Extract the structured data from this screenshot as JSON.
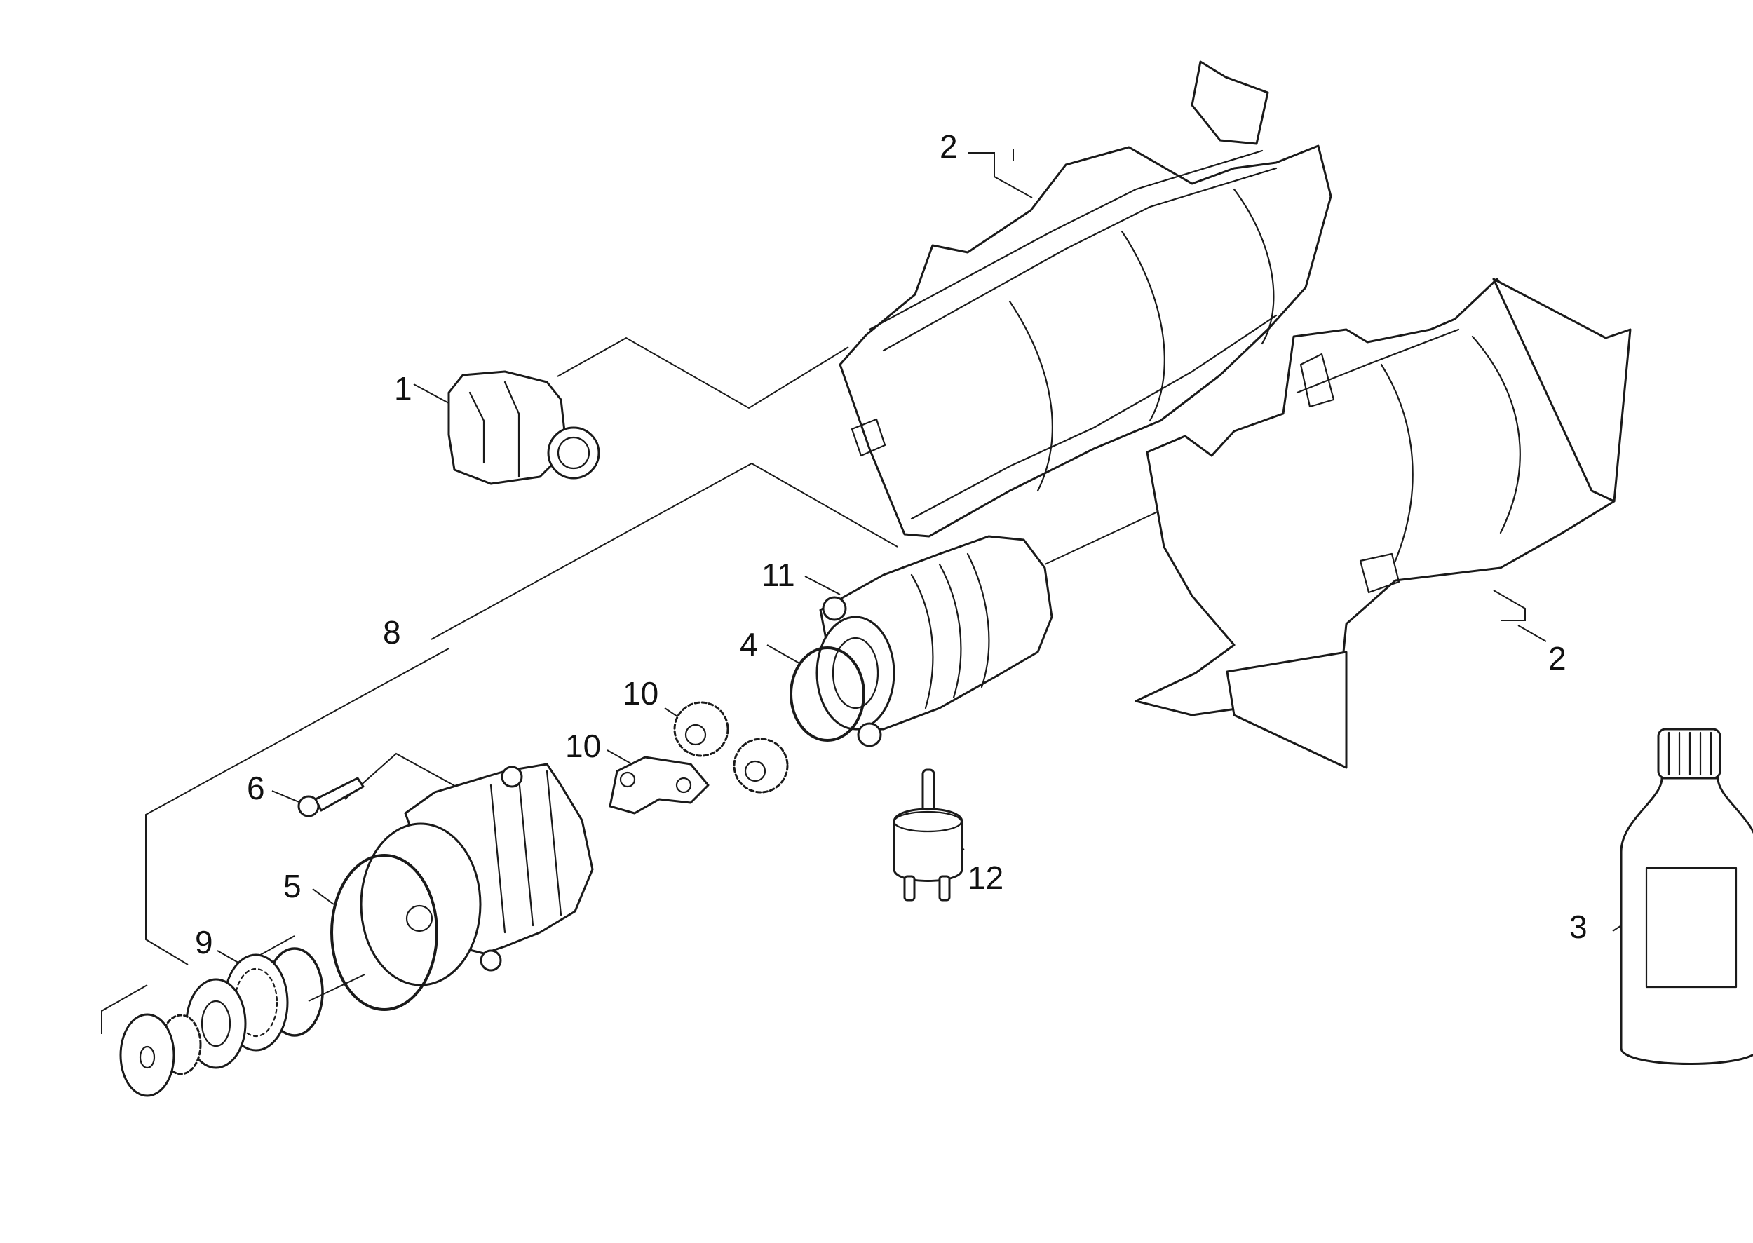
{
  "callouts": {
    "c1": "1",
    "c2a": "2",
    "c2b": "2",
    "c3": "3",
    "c4": "4",
    "c5": "5",
    "c6": "6",
    "c8": "8",
    "c9": "9",
    "c10a": "10",
    "c10b": "10",
    "c11": "11",
    "c12": "12"
  },
  "colors": {
    "line": "#1a1a1a",
    "background": "#ffffff"
  }
}
